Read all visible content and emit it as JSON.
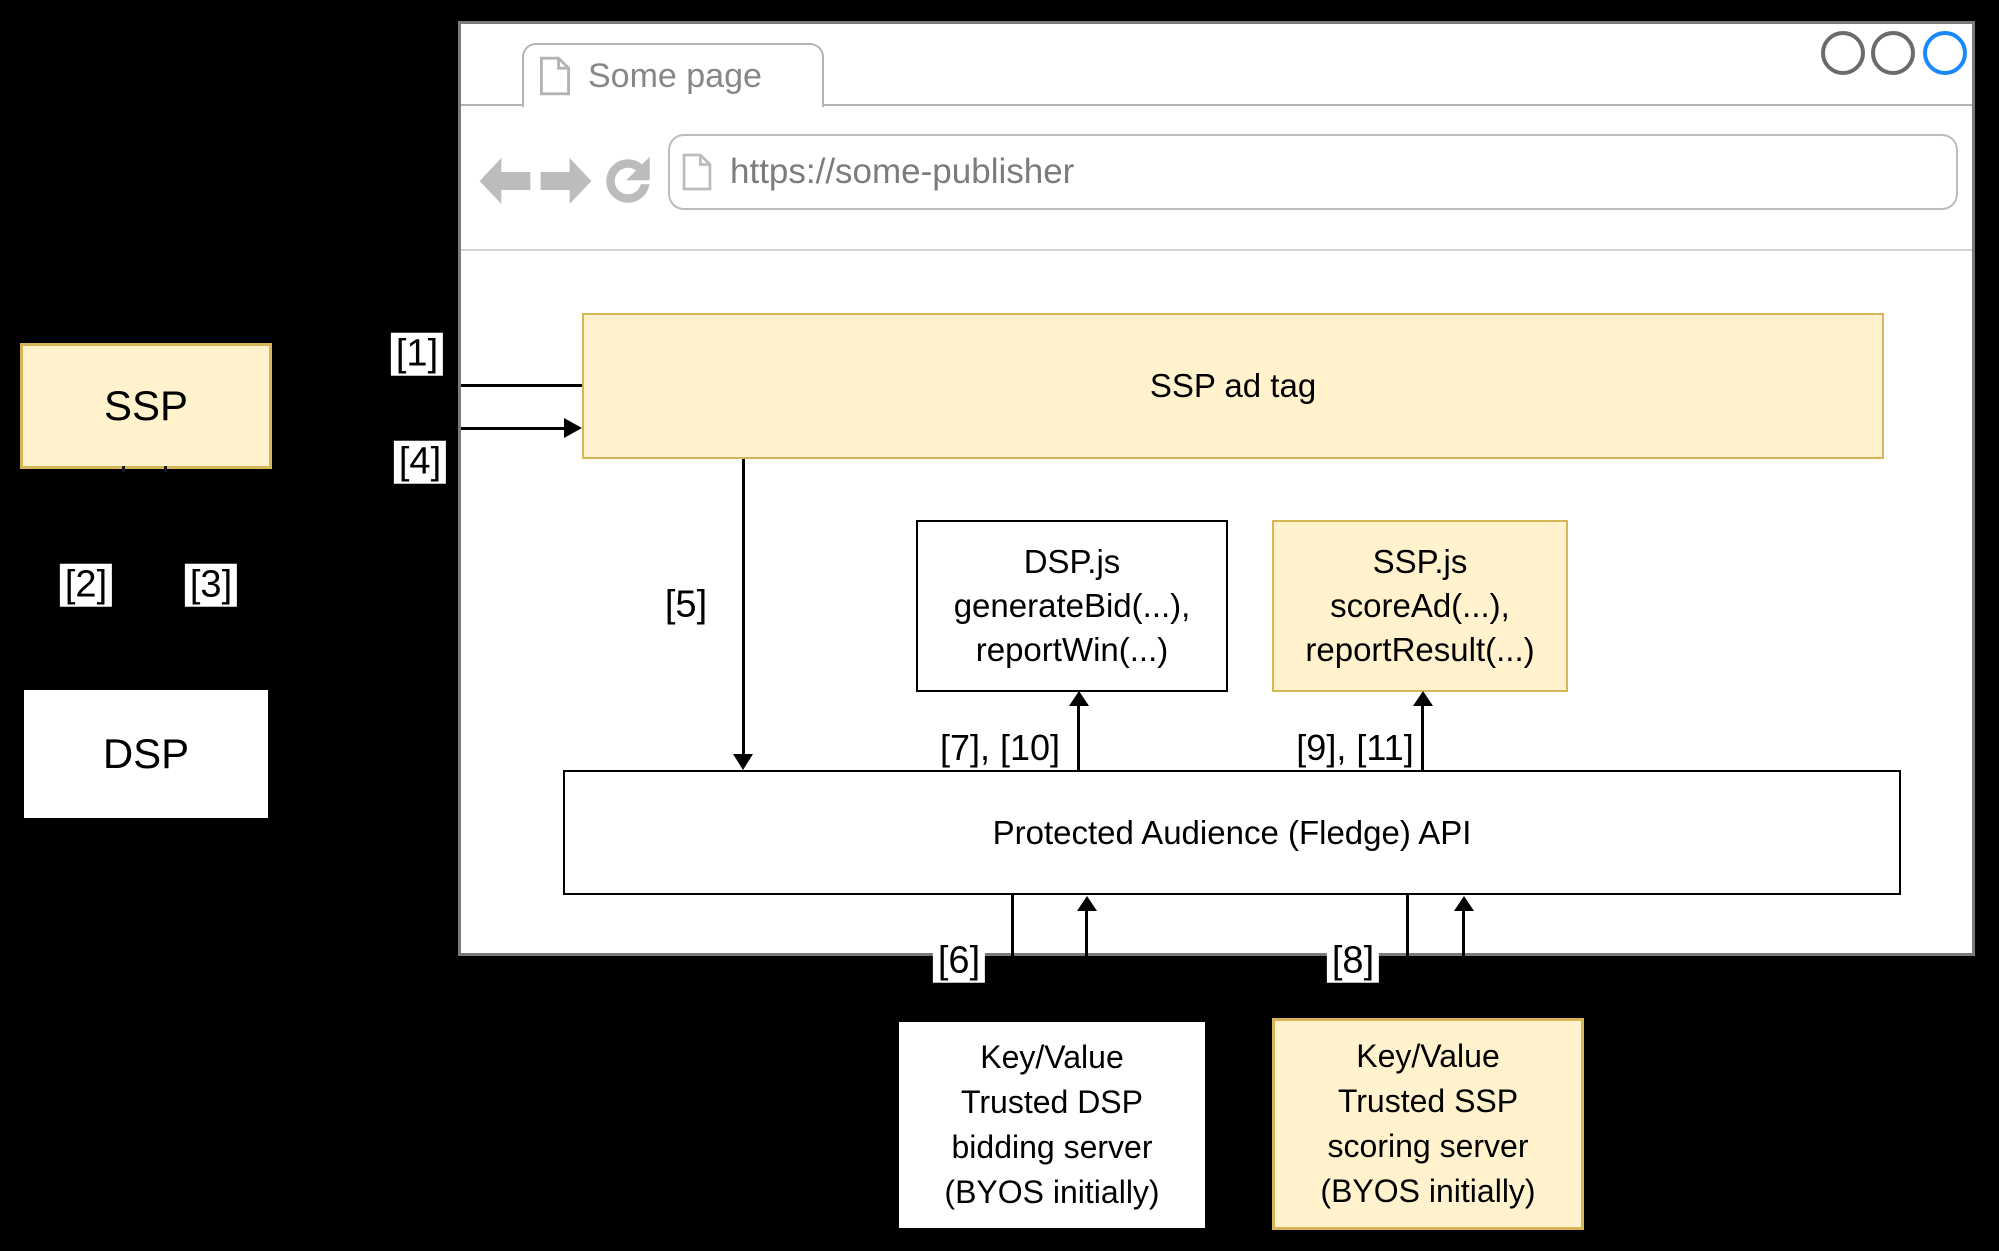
{
  "window": {
    "tab_title": "Some page",
    "url": "https://some-publisher",
    "icons": {
      "tab_icon": "page-icon",
      "url_icon": "page-icon",
      "nav": [
        "back-arrow-icon",
        "forward-arrow-icon",
        "reload-icon"
      ],
      "controls": [
        "window-circle",
        "window-circle",
        "window-circle-active"
      ]
    }
  },
  "diagram": {
    "ssp_box": "SSP",
    "dsp_box": "DSP",
    "ssp_ad_tag": "SSP ad tag",
    "dsp_js": "DSP.js\ngenerateBid(...),\nreportWin(...)",
    "ssp_js": "SSP.js\nscoreAd(...),\nreportResult(...)",
    "api_box": "Protected Audience (Fledge) API",
    "kv_dsp": "Key/Value\nTrusted DSP\nbidding server\n(BYOS initially)",
    "kv_ssp": "Key/Value\nTrusted SSP\nscoring server\n(BYOS initially)",
    "labels": {
      "step1": "[1]",
      "step2": "[2]",
      "step3": "[3]",
      "step4": "[4]",
      "step5": "[5]",
      "step6": "[6]",
      "step8": "[8]",
      "step7_10": "[7], [10]",
      "step9_11": "[9], [11]"
    }
  },
  "colors": {
    "yellow-fill": "#FFF2CC",
    "yellow-border": "#D6B656",
    "accent-blue": "#1789FC",
    "chrome-gray": "#BCBCBC"
  }
}
